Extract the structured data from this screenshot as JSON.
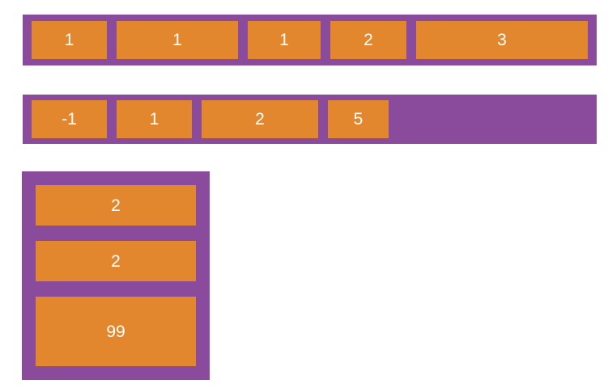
{
  "colors": {
    "container_purple": "#8a4b9d",
    "item_orange": "#e2872d",
    "label_text": "#ffffff",
    "background": "#ffffff"
  },
  "diagram": {
    "containers": [
      {
        "name": "row-container-1",
        "direction": "row",
        "items": [
          {
            "label": "1"
          },
          {
            "label": "1"
          },
          {
            "label": "1"
          },
          {
            "label": "2"
          },
          {
            "label": "3"
          }
        ]
      },
      {
        "name": "row-container-2",
        "direction": "row",
        "items": [
          {
            "label": "-1"
          },
          {
            "label": "1"
          },
          {
            "label": "2"
          },
          {
            "label": "5"
          }
        ]
      },
      {
        "name": "column-container",
        "direction": "column",
        "items": [
          {
            "label": "2"
          },
          {
            "label": "2"
          },
          {
            "label": "99"
          }
        ]
      }
    ]
  }
}
